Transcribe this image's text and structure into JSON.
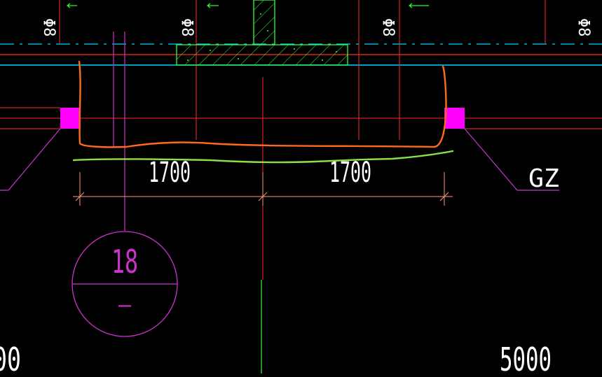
{
  "drawing": {
    "background": "#000000",
    "colors": {
      "red": "#ff2a2a",
      "cyan": "#00d4ff",
      "green": "#33ff33",
      "magenta": "#ff00ff",
      "violet": "#cc33cc",
      "orange": "#ff6a1a",
      "lime": "#88e04a",
      "white": "#ffffff",
      "dim_line": "#ff9977"
    },
    "top_labels": [
      "Φ8",
      "Φ8",
      "Φ8",
      "Φ8"
    ],
    "dimensions": [
      "1700",
      "1700"
    ],
    "column_tag": "GZ",
    "section_bubble": {
      "number": "18",
      "sheet": "—"
    },
    "bottom_left_value": "00",
    "bottom_right_value": "5000"
  }
}
